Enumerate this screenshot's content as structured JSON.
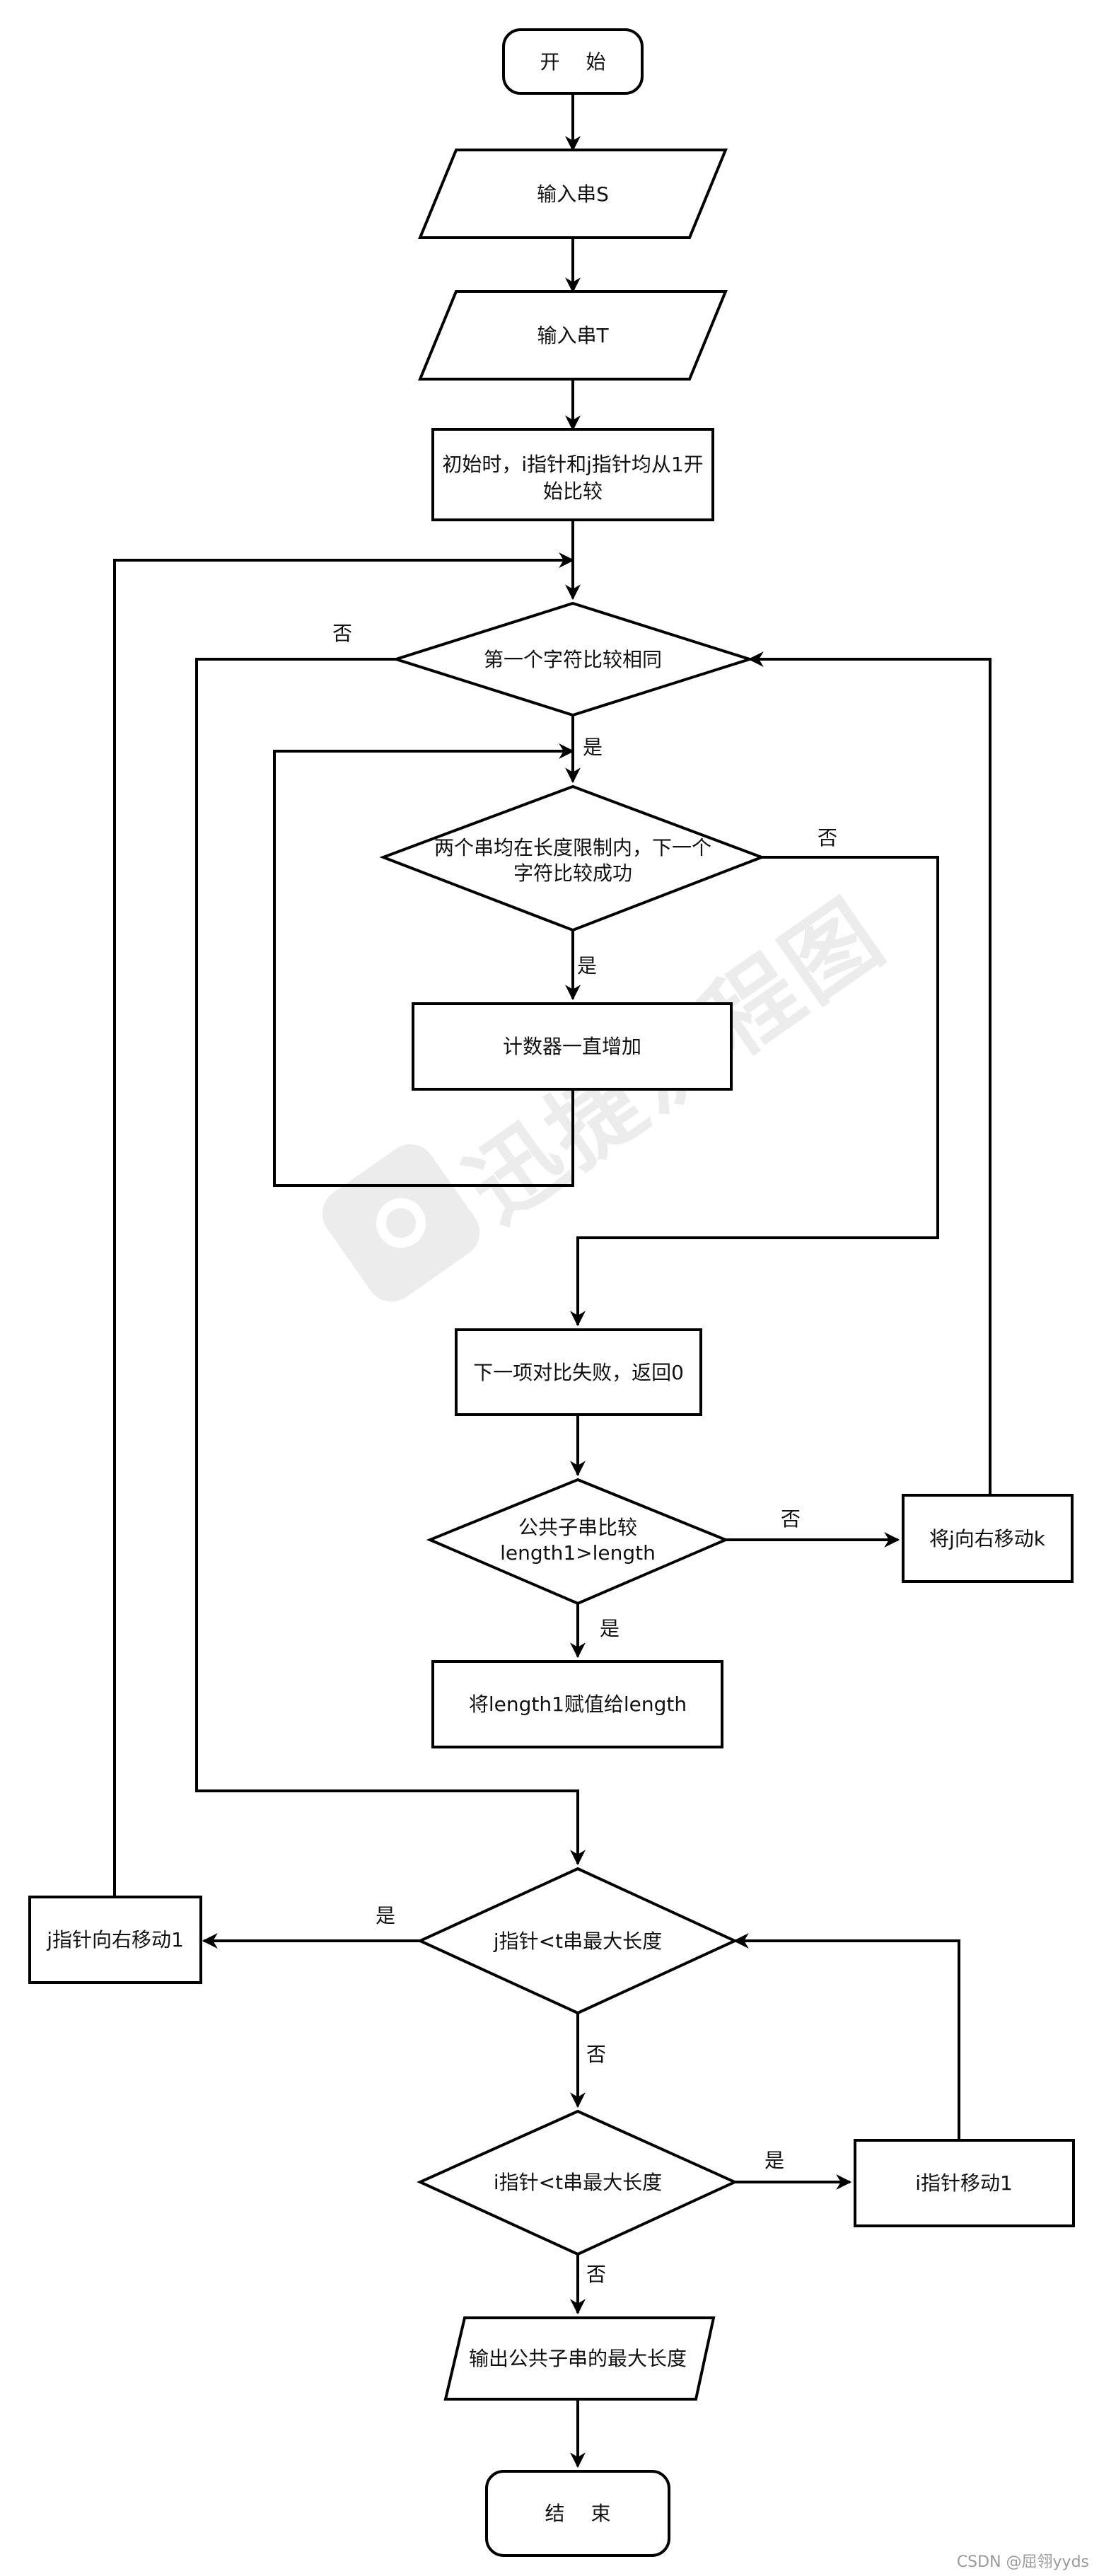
{
  "watermark": {
    "text": "迅捷流程图"
  },
  "credit": "CSDN @屈翎yyds",
  "nodes": {
    "start": "开　 始",
    "input_s": "输入串S",
    "input_t": "输入串T",
    "init_1": "初始时，i指针和j指针均从1开",
    "init_2": "始比较",
    "first_char_compare": "第一个字符比较相同",
    "next_char_1": "两个串均在长度限制内，下一个",
    "next_char_2": "字符比较成功",
    "counter": "计数器一直增加",
    "fail_return": "下一项对比失败，返回0",
    "compare_1": "公共子串比较",
    "compare_2": "length1>length",
    "move_j_k": "将j向右移动k",
    "assign": "将length1赋值给length",
    "j_check": "j指针<t串最大长度",
    "move_j_1": "j指针向右移动1",
    "i_check": "i指针<t串最大长度",
    "move_i_1": "i指针移动1",
    "output": "输出公共子串的最大长度",
    "end": "结　 束"
  },
  "edges": {
    "first_no": "否",
    "first_yes": "是",
    "next_yes": "是",
    "next_no": "否",
    "compare_no": "否",
    "compare_yes": "是",
    "j_yes": "是",
    "j_no": "否",
    "i_yes": "是",
    "i_no": "否"
  }
}
